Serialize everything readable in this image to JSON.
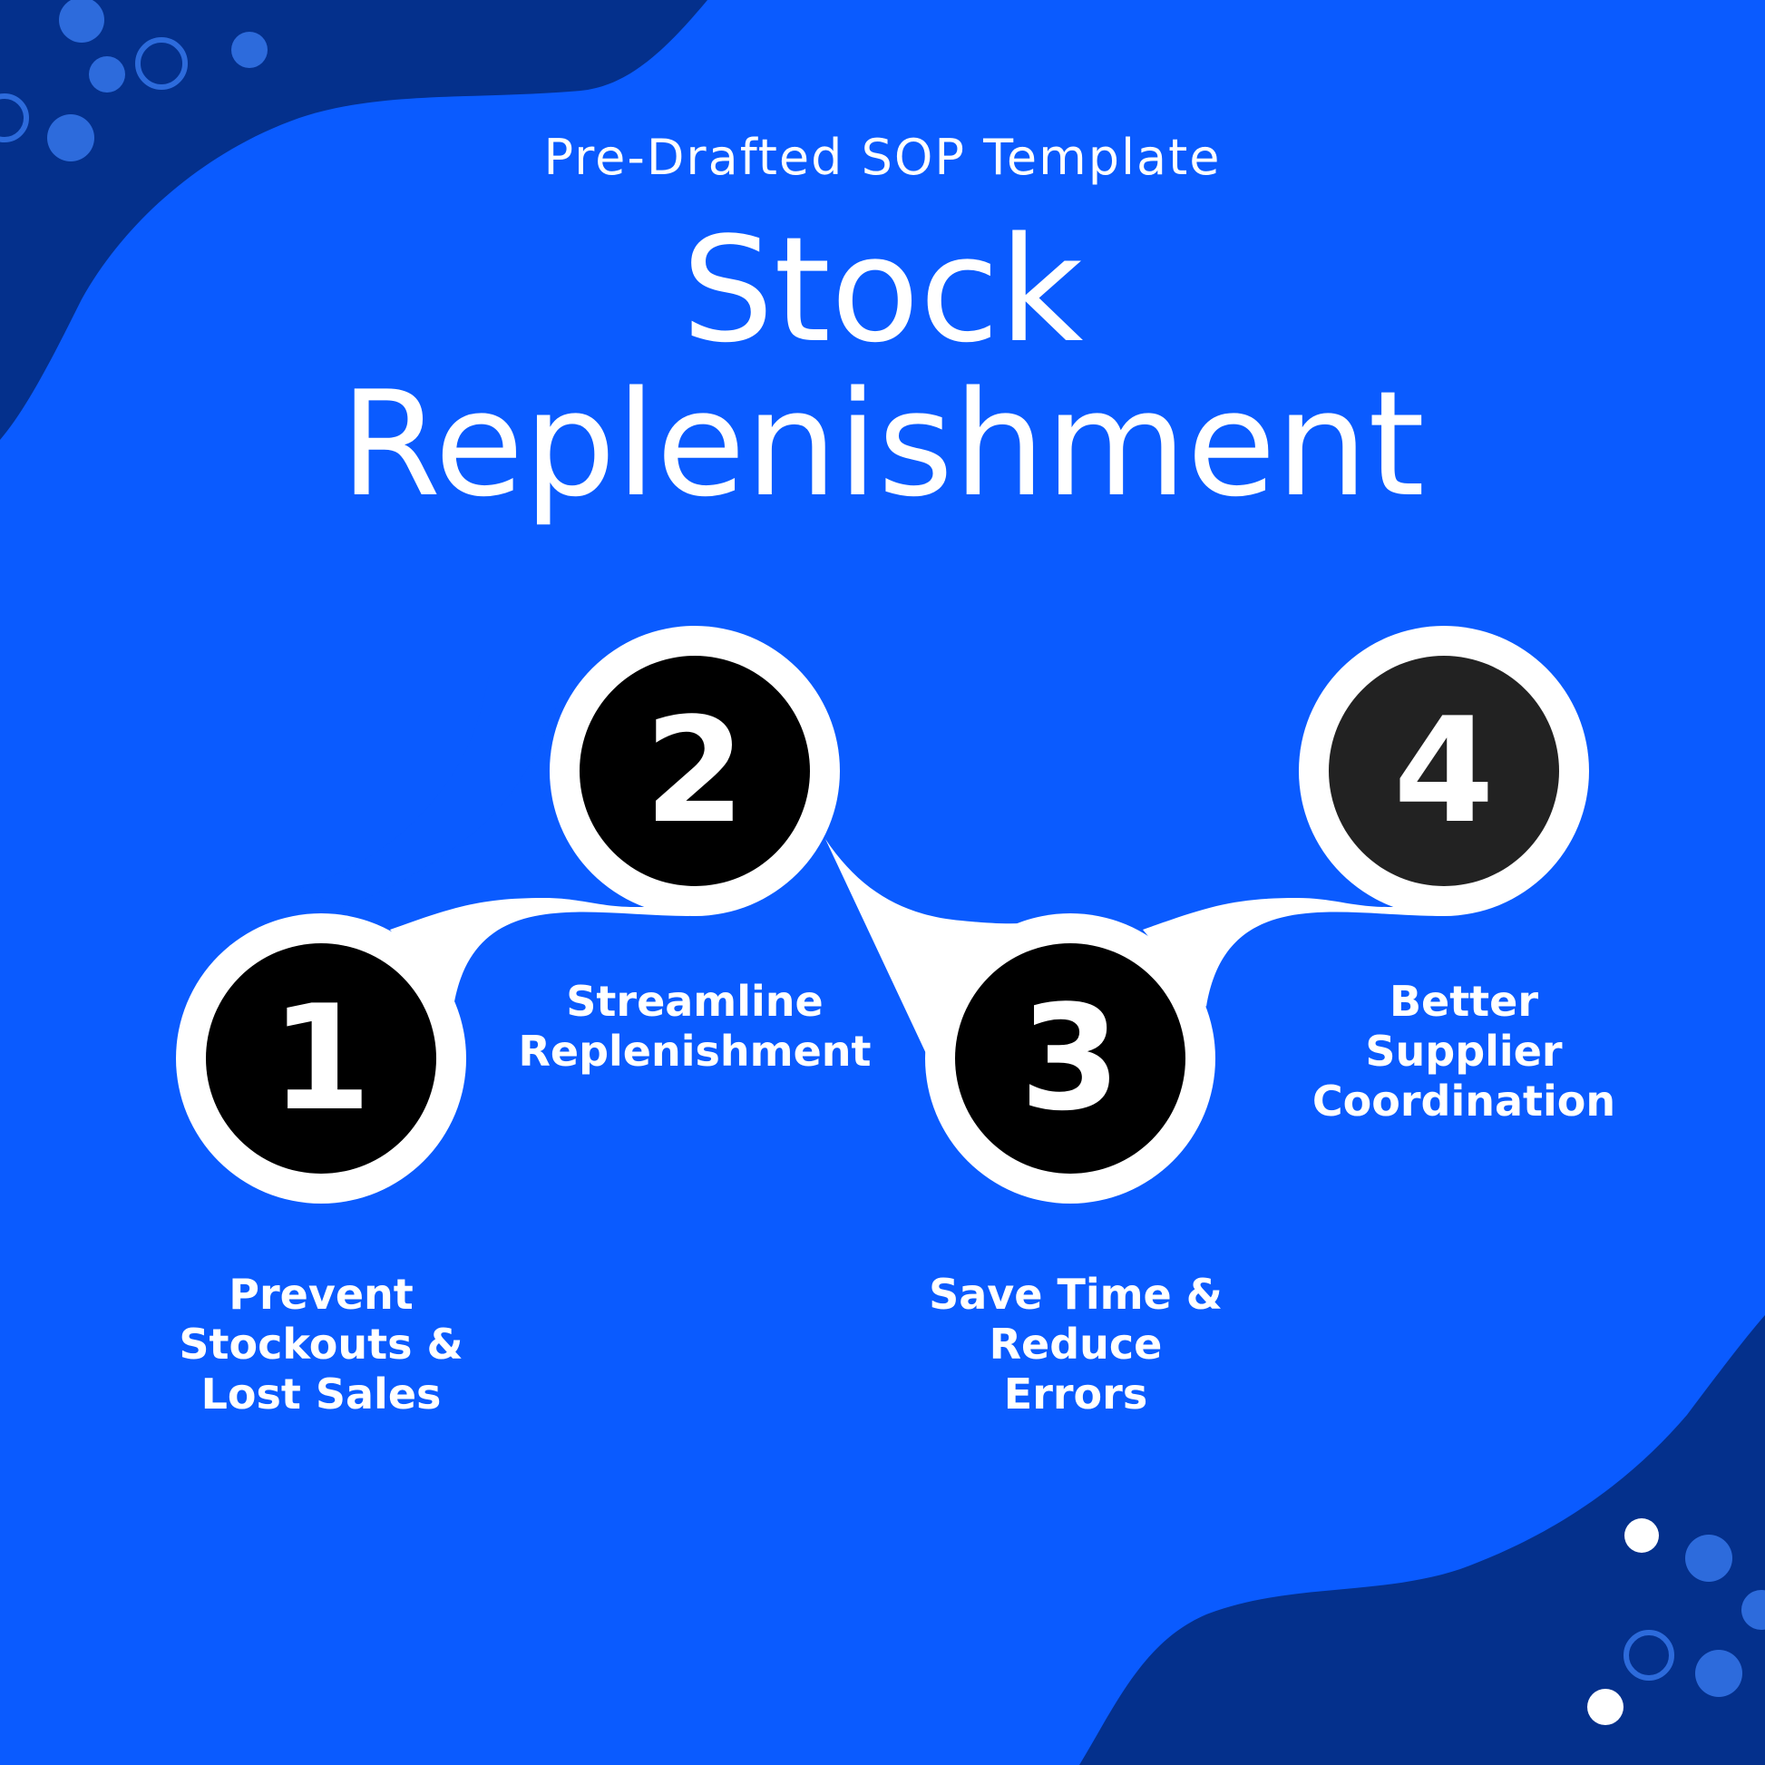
{
  "header": {
    "subtitle": "Pre-Drafted SOP Template",
    "title_line1": "Stock",
    "title_line2": "Replenishment"
  },
  "steps": [
    {
      "number": "1",
      "label_lines": [
        "Prevent",
        "Stockouts &",
        "Lost Sales"
      ]
    },
    {
      "number": "2",
      "label_lines": [
        "Streamline",
        "Replenishment"
      ]
    },
    {
      "number": "3",
      "label_lines": [
        "Save Time &",
        "Reduce",
        "Errors"
      ]
    },
    {
      "number": "4",
      "label_lines": [
        "Better",
        "Supplier",
        "Coordination"
      ]
    }
  ],
  "colors": {
    "background": "#0a5bff",
    "corner_blob": "#04308c",
    "connector": "#ffffff",
    "circle_fill": "#000000",
    "circle_fill_4": "#222222",
    "text": "#ffffff"
  }
}
